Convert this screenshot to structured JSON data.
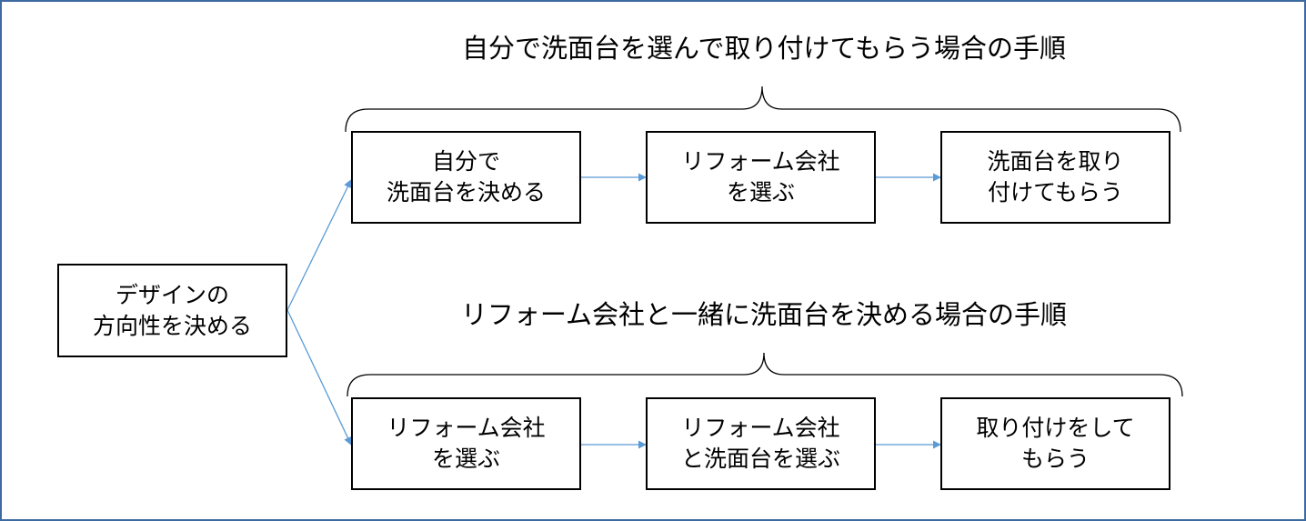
{
  "colors": {
    "frame": "#3d6aa0",
    "connector": "#5b9bd5",
    "box_border": "#000000"
  },
  "start": {
    "line1": "デザインの",
    "line2": "方向性を決める"
  },
  "route_a": {
    "heading": "自分で洗面台を選んで取り付けてもらう場合の手順",
    "steps": [
      {
        "line1": "自分で",
        "line2": "洗面台を決める"
      },
      {
        "line1": "リフォーム会社",
        "line2": "を選ぶ"
      },
      {
        "line1": "洗面台を取り",
        "line2": "付けてもらう"
      }
    ]
  },
  "route_b": {
    "heading": "リフォーム会社と一緒に洗面台を決める場合の手順",
    "steps": [
      {
        "line1": "リフォーム会社",
        "line2": "を選ぶ"
      },
      {
        "line1": "リフォーム会社",
        "line2": "と洗面台を選ぶ"
      },
      {
        "line1": "取り付けをして",
        "line2": "もらう"
      }
    ]
  }
}
